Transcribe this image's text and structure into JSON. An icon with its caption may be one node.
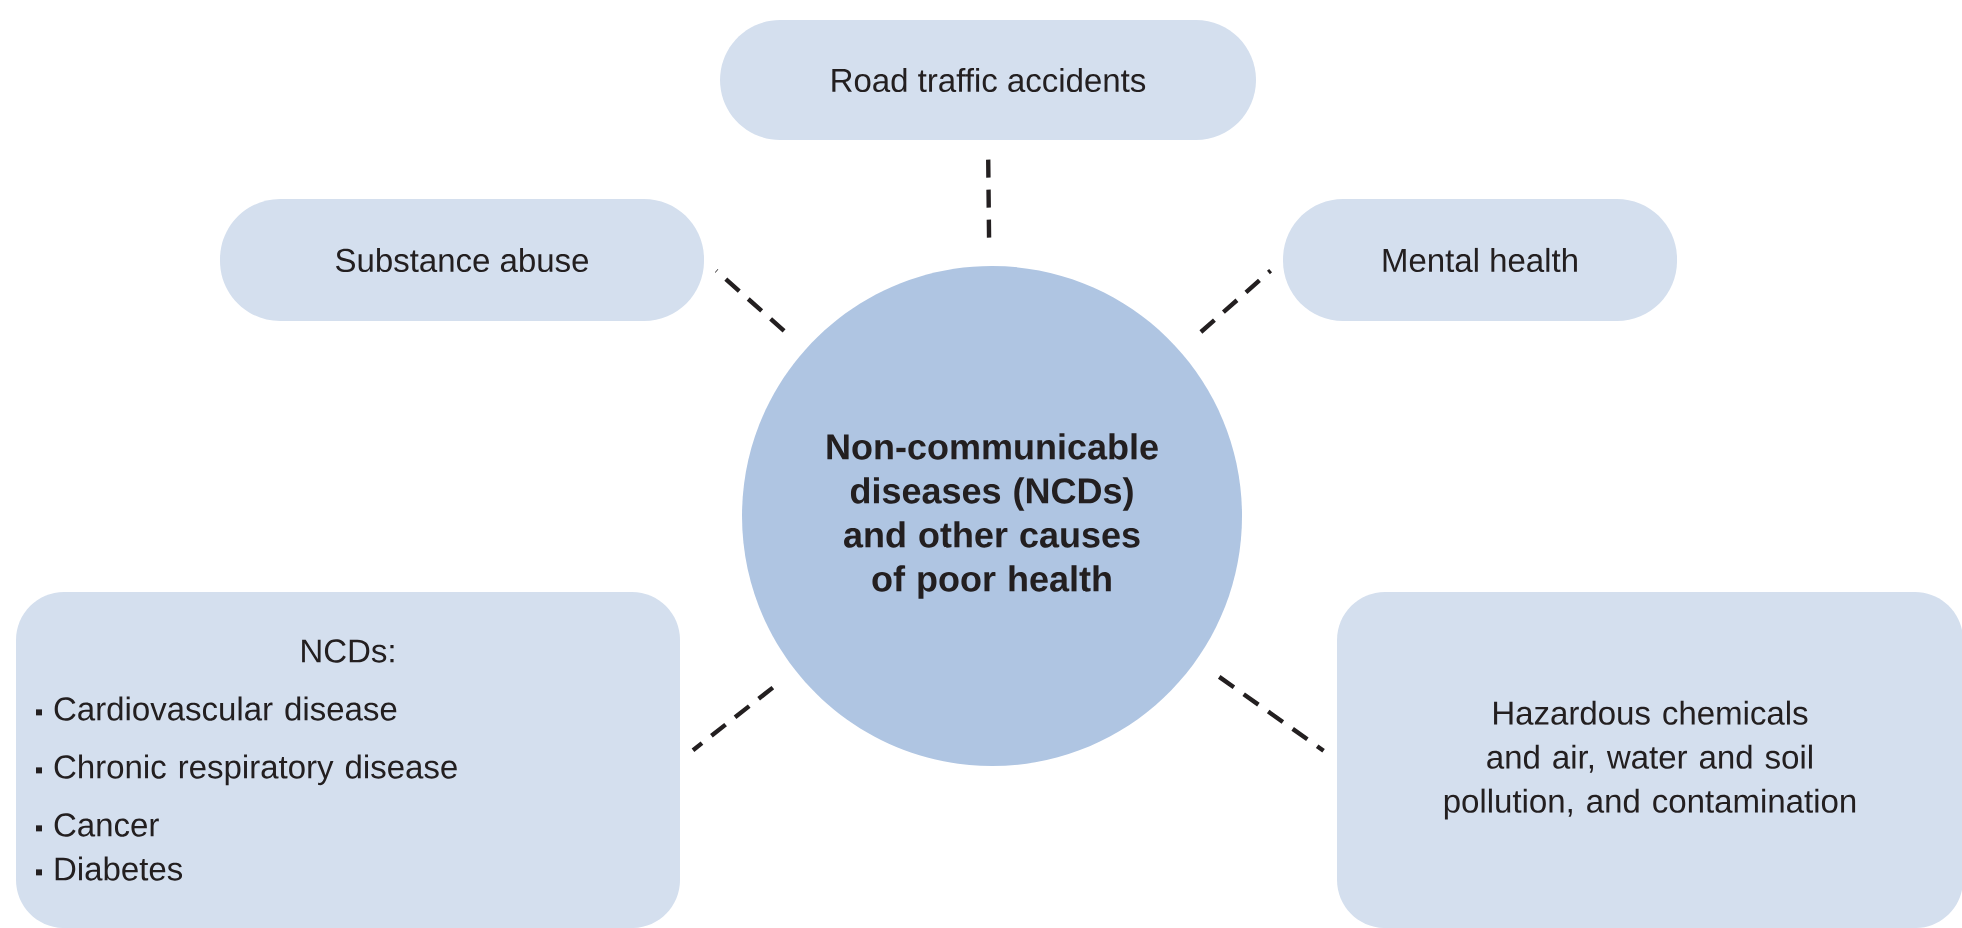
{
  "diagram": {
    "nodes": [
      {
        "text": [
          "Non-communicable diseases (NCDs) and other causes of poor health"
        ]
      },
      {
        "text": [
          "Road traffic accidents"
        ]
      },
      {
        "text": [
          "Substance abuse"
        ]
      },
      {
        "text": [
          "Mental health"
        ]
      },
      {
        "text": [
          "NCDs:",
          "Cardiovascular disease",
          "Chronic respiratory disease",
          "Cancer",
          "Diabetes"
        ]
      },
      {
        "text": [
          "Hazardous chemicals and air, water and soil pollution, and contamination"
        ]
      }
    ],
    "edges": [
      {
        "from": 0,
        "to": 1,
        "arrow": "none",
        "style": "dashed"
      },
      {
        "from": 0,
        "to": 2,
        "arrow": "none",
        "style": "dashed"
      },
      {
        "from": 0,
        "to": 3,
        "arrow": "none",
        "style": "dashed"
      },
      {
        "from": 0,
        "to": 4,
        "arrow": "none",
        "style": "dashed"
      },
      {
        "from": 0,
        "to": 5,
        "arrow": "none",
        "style": "dashed"
      }
    ]
  }
}
